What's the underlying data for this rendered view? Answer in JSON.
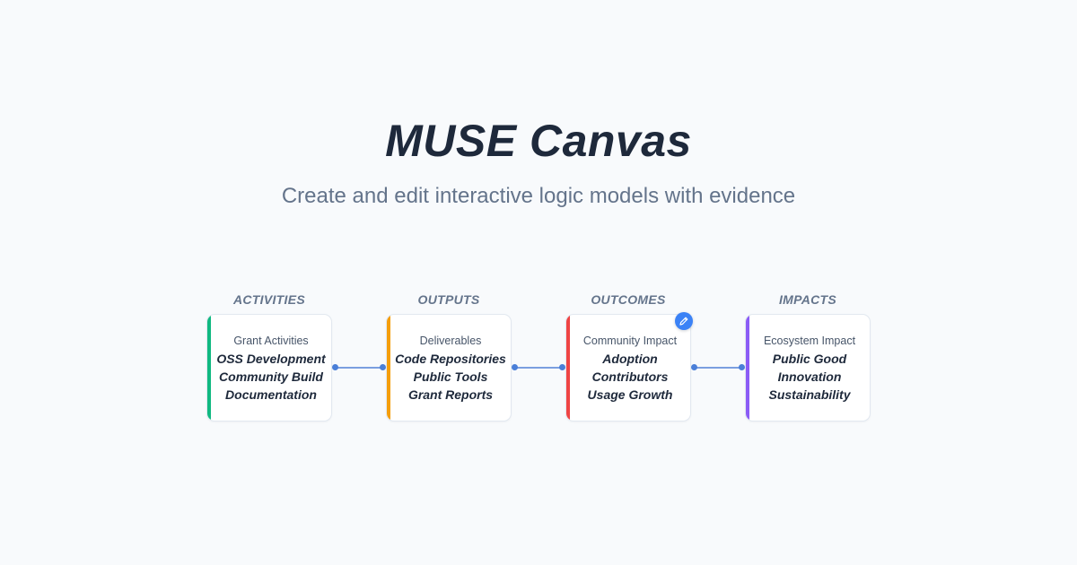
{
  "header": {
    "title": "MUSE Canvas",
    "subtitle": "Create and edit interactive logic models with evidence"
  },
  "columns": [
    {
      "key": "activities",
      "title": "ACTIVITIES",
      "card_label": "Grant Activities",
      "items": [
        "OSS Development",
        "Community Build",
        "Documentation"
      ],
      "accent_color": "#10b981"
    },
    {
      "key": "outputs",
      "title": "OUTPUTS",
      "card_label": "Deliverables",
      "items": [
        "Code Repositories",
        "Public Tools",
        "Grant Reports"
      ],
      "accent_color": "#f59e0b"
    },
    {
      "key": "outcomes",
      "title": "OUTCOMES",
      "card_label": "Community Impact",
      "items": [
        "Adoption",
        "Contributors",
        "Usage Growth"
      ],
      "accent_color": "#ef4444",
      "edit_badge_icon": "edit-icon"
    },
    {
      "key": "impacts",
      "title": "IMPACTS",
      "card_label": "Ecosystem Impact",
      "items": [
        "Public Good",
        "Innovation",
        "Sustainability"
      ],
      "accent_color": "#8b5cf6"
    }
  ],
  "colors": {
    "background": "#f8fafc",
    "title": "#1e293b",
    "subtitle": "#64748b",
    "connector": "#7b9fe0",
    "connector_dot": "#4a7fd8",
    "edit_badge": "#3b82f6"
  }
}
